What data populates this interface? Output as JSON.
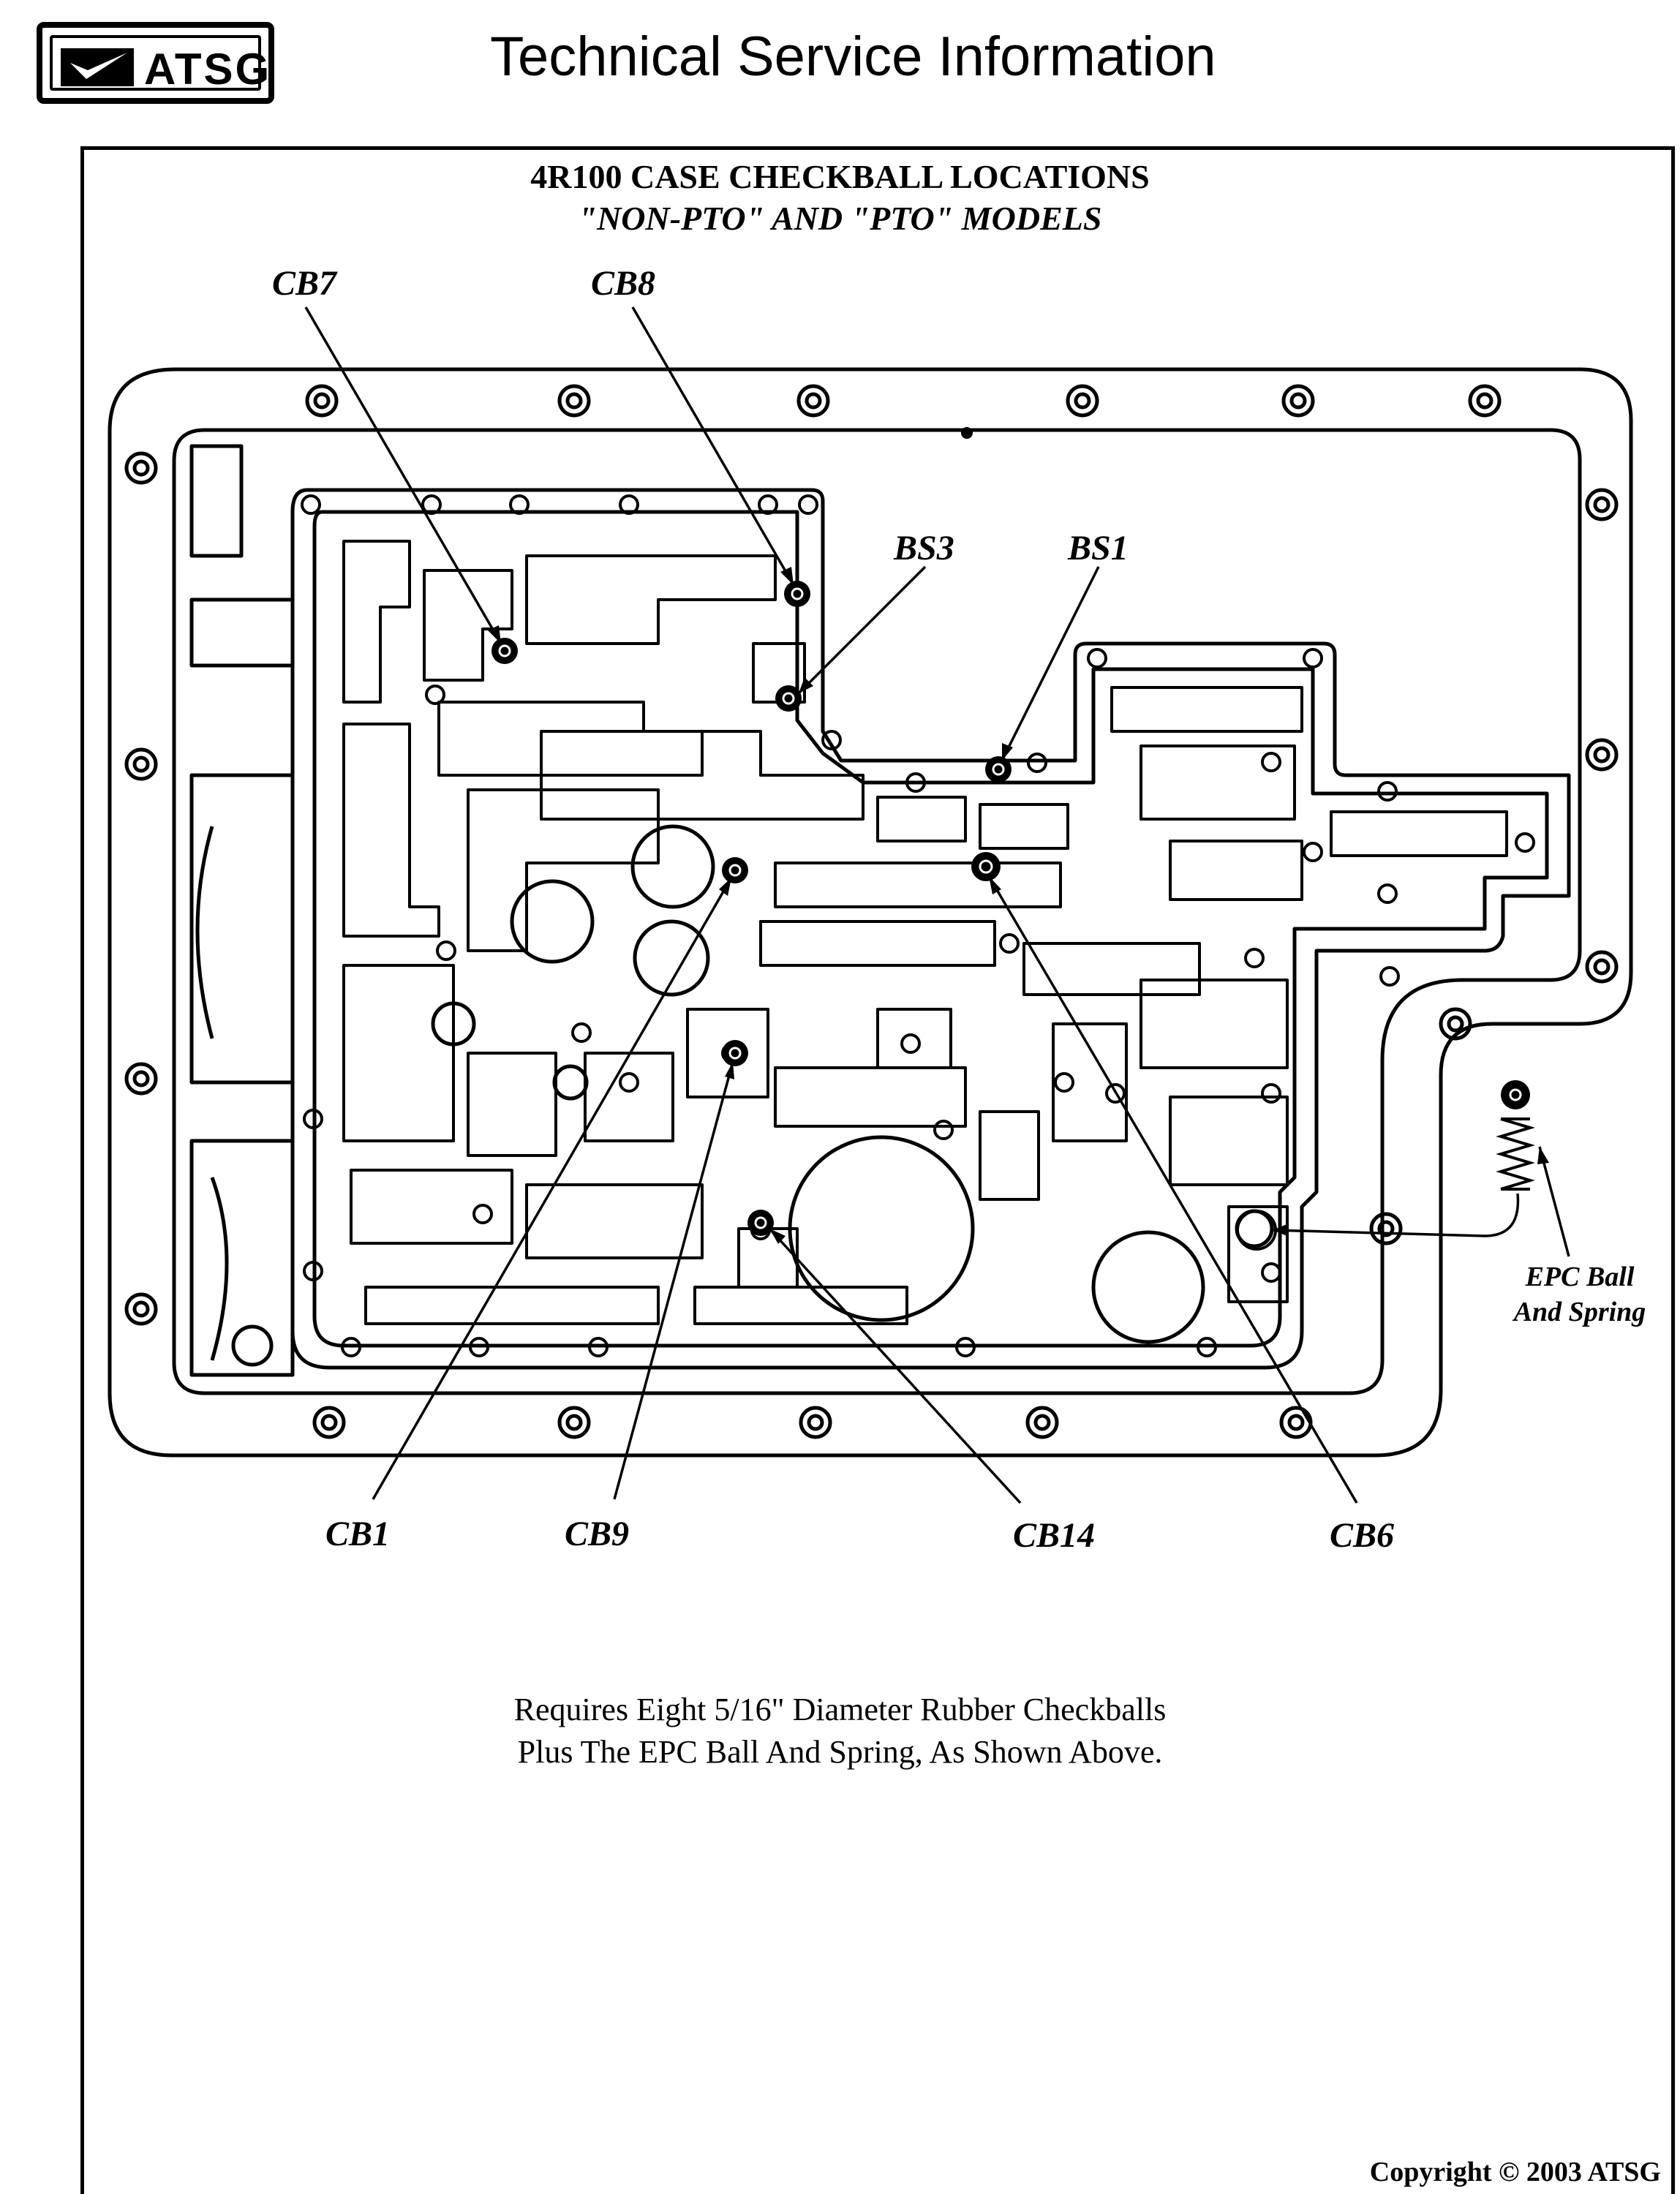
{
  "header": {
    "logo_text": "ATSG",
    "title": "Technical Service Information"
  },
  "diagram": {
    "title": "4R100 CASE CHECKBALL LOCATIONS",
    "subtitle": "\"NON-PTO\" AND \"PTO\" MODELS",
    "labels": {
      "cb7": "CB7",
      "cb8": "CB8",
      "bs3": "BS3",
      "bs1": "BS1",
      "cb1": "CB1",
      "cb9": "CB9",
      "cb14": "CB14",
      "cb6": "CB6",
      "epc_line1": "EPC Ball",
      "epc_line2": "And Spring"
    }
  },
  "note": {
    "line1": "Requires Eight 5/16\" Diameter Rubber Checkballs",
    "line2": "Plus The EPC Ball And Spring, As Shown Above."
  },
  "footer": {
    "copyright": "Copyright © 2003 ATSG"
  }
}
